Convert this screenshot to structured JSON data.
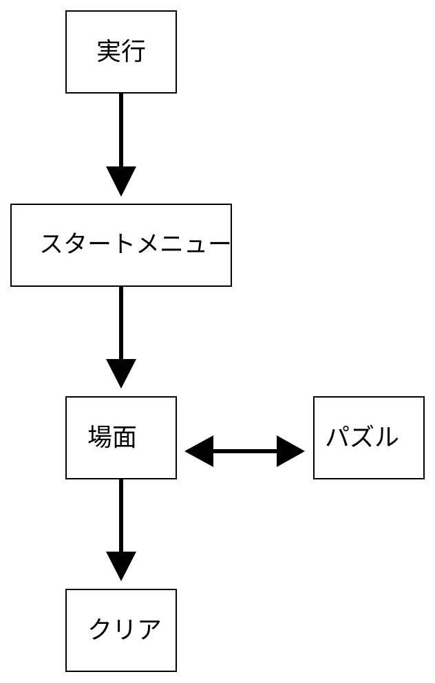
{
  "nodes": {
    "run": "実行",
    "start_menu": "スタートメニュー",
    "scene": "場面",
    "puzzle": "パズル",
    "clear": "クリア"
  },
  "edges": [
    {
      "from": "run",
      "to": "start_menu",
      "direction": "forward"
    },
    {
      "from": "start_menu",
      "to": "scene",
      "direction": "forward"
    },
    {
      "from": "scene",
      "to": "puzzle",
      "direction": "both"
    },
    {
      "from": "scene",
      "to": "clear",
      "direction": "forward"
    }
  ],
  "colors": {
    "stroke": "#000000",
    "background": "#ffffff"
  }
}
